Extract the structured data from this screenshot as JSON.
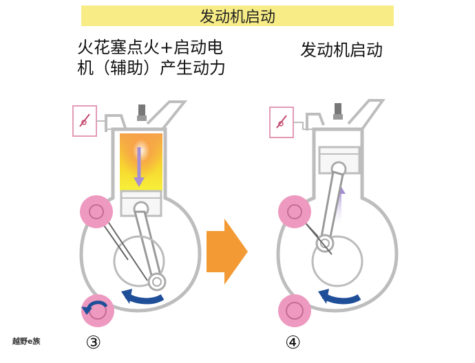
{
  "header": {
    "title": "发动机启动"
  },
  "left_panel": {
    "caption_line1": "火花塞点火+启动电",
    "caption_line2": "机（辅助）产生动力",
    "step_number": "③"
  },
  "right_panel": {
    "caption": "发动机启动",
    "step_number": "④"
  },
  "watermark": "越野e族",
  "colors": {
    "title_bg": "#f7ec86",
    "engine_outline": "#bdbdbd",
    "pink_wheel": "#ee9ac0",
    "flame_yellow": "#f7e32b",
    "flame_orange": "#f6a24a",
    "rotation_arrow": "#1f4f99",
    "next_arrow": "#f39a34",
    "piston_arrow": "#b6a3d8"
  },
  "icons": [
    "spark-plug-icon",
    "ignition-switch-icon",
    "rotation-arrow-icon",
    "next-step-arrow-icon"
  ]
}
